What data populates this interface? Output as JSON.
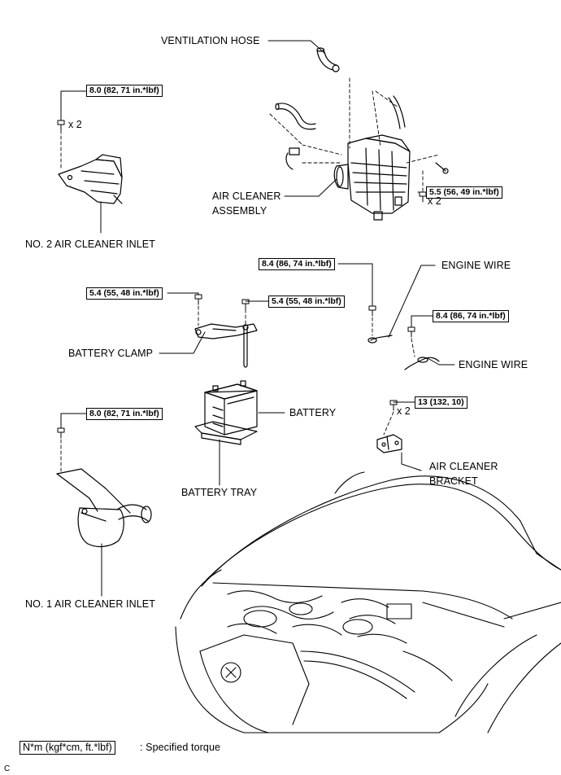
{
  "labels": {
    "ventilation_hose": "VENTILATION HOSE",
    "air_cleaner_assembly_l1": "AIR CLEANER",
    "air_cleaner_assembly_l2": "ASSEMBLY",
    "no2_inlet": "NO. 2 AIR CLEANER INLET",
    "engine_wire_upper": "ENGINE WIRE",
    "engine_wire_lower": "ENGINE WIRE",
    "battery_clamp": "BATTERY CLAMP",
    "battery": "BATTERY",
    "battery_tray": "BATTERY TRAY",
    "air_cleaner_bracket_l1": "AIR CLEANER",
    "air_cleaner_bracket_l2": "BRACKET",
    "no1_inlet": "NO. 1 AIR CLEANER INLET"
  },
  "torques": {
    "no2_inlet_bolt": "8.0 (82, 71 in.*lbf)",
    "air_cleaner_bolt": "5.5 (56, 49 in.*lbf)",
    "engine_wire_upper_bolt": "8.4 (86, 74 in.*lbf)",
    "engine_wire_lower_bolt": "8.4 (86, 74 in.*lbf)",
    "clamp_bolt_left": "5.4 (55, 48 in.*lbf)",
    "clamp_bolt_right": "5.4 (55, 48 in.*lbf)",
    "bracket_bolt": "13 (132, 10)",
    "no1_inlet_bolt": "8.0 (82, 71 in.*lbf)"
  },
  "quantities": {
    "no2_inlet_qty": "x 2",
    "air_cleaner_qty": "x 2",
    "bracket_qty": "x 2"
  },
  "legend": {
    "unit_box": "N*m (kgf*cm, ft.*lbf)",
    "description": ": Specified torque"
  },
  "corner_code": "C"
}
